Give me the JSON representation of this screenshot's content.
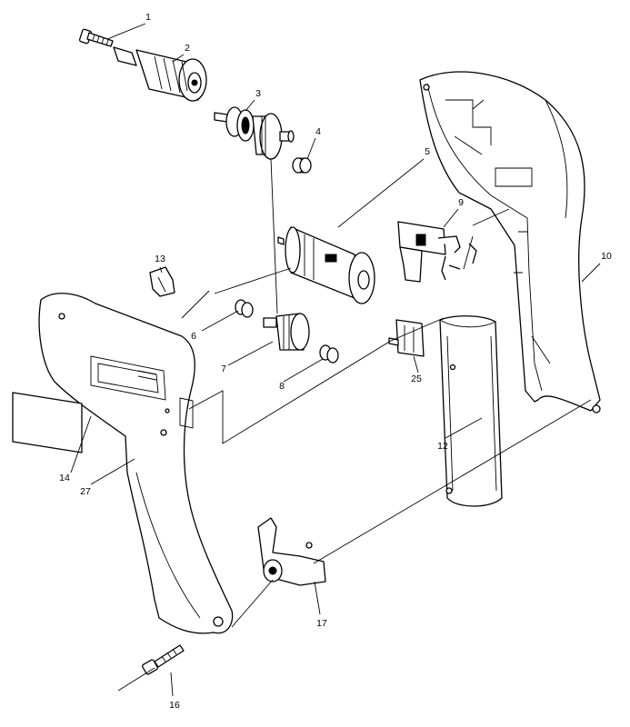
{
  "diagram": {
    "type": "exploded parts diagram",
    "callouts": [
      {
        "id": "1"
      },
      {
        "id": "2"
      },
      {
        "id": "3"
      },
      {
        "id": "4"
      },
      {
        "id": "5"
      },
      {
        "id": "6"
      },
      {
        "id": "7"
      },
      {
        "id": "8"
      },
      {
        "id": "9"
      },
      {
        "id": "10"
      },
      {
        "id": "12"
      },
      {
        "id": "13"
      },
      {
        "id": "14"
      },
      {
        "id": "16"
      },
      {
        "id": "17"
      },
      {
        "id": "25"
      },
      {
        "id": "27"
      }
    ]
  }
}
